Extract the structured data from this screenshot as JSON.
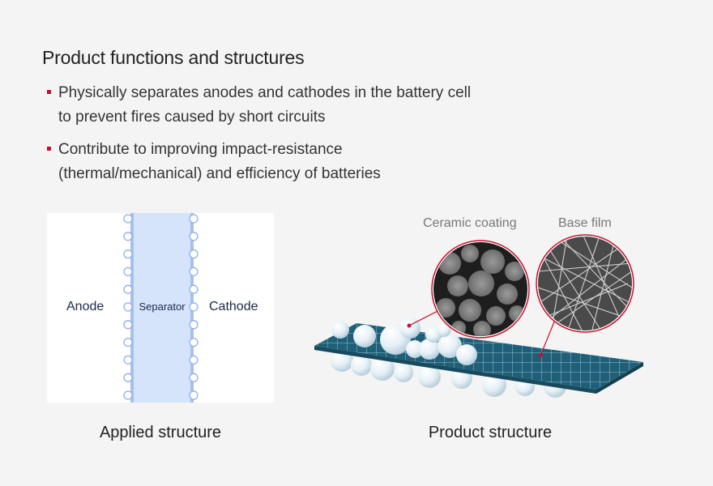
{
  "heading": "Product functions and structures",
  "bullets": [
    {
      "line1": "Physically separates anodes and cathodes in the battery cell",
      "line2": "to prevent fires caused by short circuits"
    },
    {
      "line1": "Contribute to improving impact-resistance",
      "line2": "(thermal/mechanical) and efficiency of batteries"
    }
  ],
  "applied_structure": {
    "anode": "Anode",
    "separator": "Separator",
    "cathode": "Cathode",
    "caption": "Applied structure"
  },
  "product_structure": {
    "ceramic_coating": "Ceramic coating",
    "base_film": "Base film",
    "caption": "Product structure"
  },
  "colors": {
    "accent": "#c8102e",
    "separator_fill": "#d6e4fb",
    "separator_edge": "#a8c0ee",
    "film": "#1f5f78"
  }
}
